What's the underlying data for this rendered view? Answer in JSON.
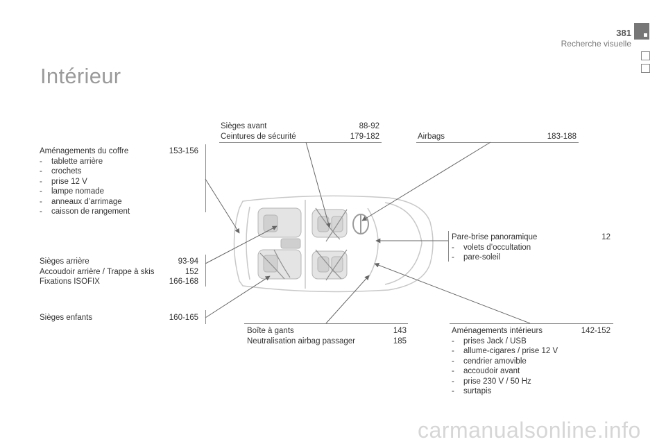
{
  "header": {
    "page_number": "381",
    "section": "Recherche visuelle"
  },
  "title": "Intérieur",
  "refs": {
    "coffre": {
      "heading": "Aménagements du coffre",
      "pages": "153-156",
      "items": [
        "tablette arrière",
        "crochets",
        "prise 12 V",
        "lampe nomade",
        "anneaux d’arrimage",
        "caisson de rangement"
      ]
    },
    "sieges_arriere": {
      "rows": [
        {
          "label": "Sièges arrière",
          "pages": "93-94"
        },
        {
          "label": "Accoudoir arrière / Trappe à skis",
          "pages": "152"
        },
        {
          "label": "Fixations ISOFIX",
          "pages": "166-168"
        }
      ]
    },
    "sieges_enfants": {
      "label": "Sièges enfants",
      "pages": "160-165"
    },
    "sieges_avant": {
      "rows": [
        {
          "label": "Sièges avant",
          "pages": "88-92"
        },
        {
          "label": "Ceintures de sécurité",
          "pages": "179-182"
        }
      ]
    },
    "airbags": {
      "label": "Airbags",
      "pages": "183-188"
    },
    "pare_brise": {
      "heading": "Pare-brise panoramique",
      "pages": "12",
      "items": [
        "volets d’occultation",
        "pare-soleil"
      ]
    },
    "boite_gants": {
      "rows": [
        {
          "label": "Boîte à gants",
          "pages": "143"
        },
        {
          "label": "Neutralisation airbag passager",
          "pages": "185"
        }
      ]
    },
    "amenagements_interieurs": {
      "heading": "Aménagements intérieurs",
      "pages": "142-152",
      "items": [
        "prises Jack / USB",
        "allume-cigares / prise 12 V",
        "cendrier amovible",
        "accoudoir avant",
        "prise 230 V / 50 Hz",
        "surtapis"
      ]
    }
  },
  "watermark": "carmanualsonline.info"
}
